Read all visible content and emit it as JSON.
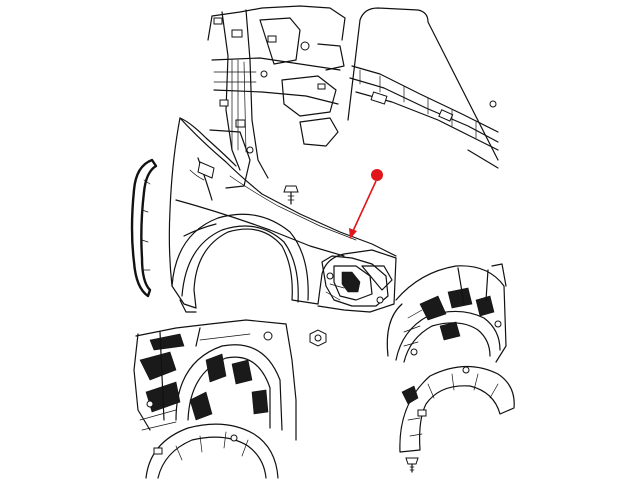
{
  "diagram": {
    "parts": [
      {
        "id": "upper-body-structure"
      },
      {
        "id": "cowl-side-panel"
      },
      {
        "id": "front-fender"
      },
      {
        "id": "fender-seal-strip"
      },
      {
        "id": "fender-bolt"
      },
      {
        "id": "fender-nut"
      },
      {
        "id": "fender-bracket"
      },
      {
        "id": "wheelhouse-assembly-left"
      },
      {
        "id": "wheelhouse-liner-left"
      },
      {
        "id": "wheelhouse-assembly-right"
      },
      {
        "id": "wheelhouse-liner-right"
      },
      {
        "id": "liner-push-pin"
      }
    ],
    "callout": {
      "color": "#e0161b",
      "target": "fender-bracket"
    },
    "colors": {
      "line": "#111111",
      "background": "#ffffff",
      "callout": "#e0161b"
    }
  }
}
